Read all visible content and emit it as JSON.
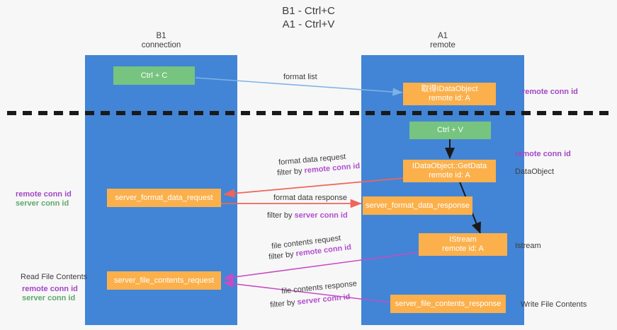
{
  "title": {
    "line1": "B1 - Ctrl+C",
    "line2": "A1 - Ctrl+V"
  },
  "columns": [
    {
      "name": "B1",
      "role": "connection"
    },
    {
      "name": "A1",
      "role": "remote"
    }
  ],
  "colors": {
    "lane": "#4285d6",
    "green_box": "#76c47f",
    "orange_box": "#fbb04c",
    "purple_text": "#b24fd0",
    "green_text": "#5ea96a",
    "blue_arrow": "#7fb2e5",
    "red_arrow": "#f0645a",
    "magenta_arrow": "#c94bc4",
    "black_arrow": "#1a1a1a",
    "divider": "#1a1a1a",
    "background": "#f7f7f7"
  },
  "nodes": {
    "ctrl_c": {
      "label": "Ctrl + C"
    },
    "ctrl_v": {
      "label": "Ctrl + V"
    },
    "remote_idataobject": {
      "line1": "取得IDataObject",
      "line2": "remote id: A"
    },
    "getdata": {
      "line1": "IDataObject::GetData",
      "line2": "remote id: A"
    },
    "istream": {
      "line1": "IStream",
      "line2": "remote id: A"
    },
    "server_format_data_request": {
      "label": "server_format_data_request"
    },
    "server_format_data_response": {
      "label": "server_format_data_response"
    },
    "server_file_contents_request": {
      "label": "server_file_contents_request"
    },
    "server_file_contents_response": {
      "label": "server_file_contents_response"
    }
  },
  "edge_labels": {
    "format_list": "format list",
    "format_data_request": "format data request",
    "format_data_request_filter_prefix": "filter by ",
    "format_data_request_filter_key": "remote conn id",
    "format_data_response": "format data response",
    "format_data_response_filter_prefix": "filter by ",
    "format_data_response_filter_key": "server conn id",
    "file_contents_request": "file contents request",
    "file_contents_request_filter_prefix": "filter by ",
    "file_contents_request_filter_key": "remote conn id",
    "file_contents_response": "file contents response",
    "file_contents_response_filter_prefix": "filter by ",
    "file_contents_response_filter_key": "server conn id"
  },
  "side_labels": {
    "right_remote_conn_id_top": "remote conn id",
    "right_remote_conn_id_mid": "remote conn id",
    "right_dataobject": "DataObject",
    "right_istream": "Istream",
    "right_write_file_contents": "Write File Contents",
    "left_remote_conn_id_mid": "remote conn id",
    "left_server_conn_id_mid": "server conn id",
    "left_read_file_contents": "Read File Contents",
    "left_remote_conn_id_bottom": "remote conn id",
    "left_server_conn_id_bottom": "server conn id"
  }
}
